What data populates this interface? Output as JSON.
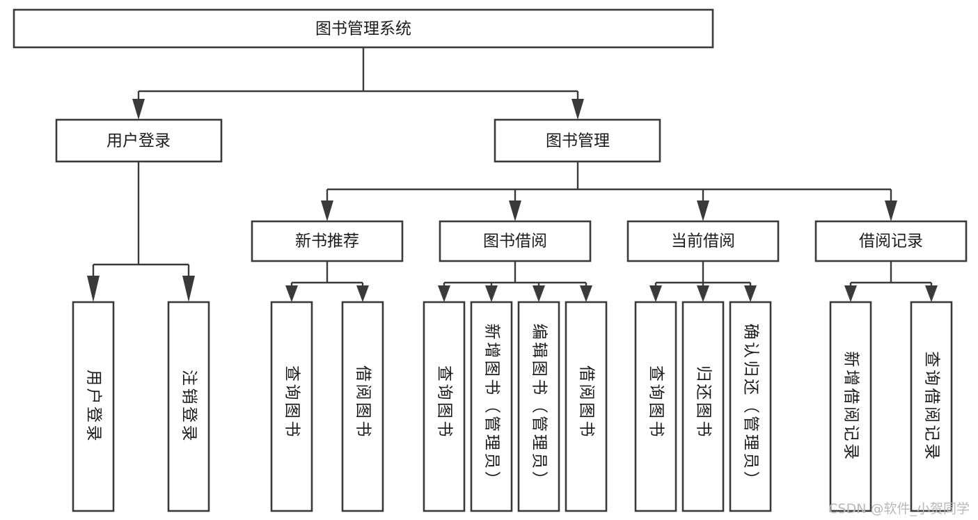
{
  "diagram": {
    "title": "图书管理系统",
    "type": "tree-hierarchy-chart",
    "root": {
      "id": "root",
      "label": "图书管理系统",
      "orientation": "horizontal"
    },
    "level2": [
      {
        "id": "user-login",
        "label": "用户登录",
        "orientation": "horizontal"
      },
      {
        "id": "book-management",
        "label": "图书管理",
        "orientation": "horizontal"
      }
    ],
    "level3": [
      {
        "id": "new-book-recommend",
        "label": "新书推荐",
        "parent": "book-management",
        "orientation": "horizontal"
      },
      {
        "id": "book-borrow",
        "label": "图书借阅",
        "parent": "book-management",
        "orientation": "horizontal"
      },
      {
        "id": "current-borrow",
        "label": "当前借阅",
        "parent": "book-management",
        "orientation": "horizontal"
      },
      {
        "id": "borrow-record",
        "label": "借阅记录",
        "parent": "book-management",
        "orientation": "horizontal"
      }
    ],
    "leaves": [
      {
        "id": "leaf-user-login",
        "label": "用户登录",
        "parent": "user-login",
        "orientation": "vertical"
      },
      {
        "id": "leaf-user-logout",
        "label": "注销登录",
        "parent": "user-login",
        "orientation": "vertical"
      },
      {
        "id": "leaf-query-book-1",
        "label": "查询图书",
        "parent": "new-book-recommend",
        "orientation": "vertical"
      },
      {
        "id": "leaf-borrow-book-1",
        "label": "借阅图书",
        "parent": "new-book-recommend",
        "orientation": "vertical"
      },
      {
        "id": "leaf-query-book-2",
        "label": "查询图书",
        "parent": "book-borrow",
        "orientation": "vertical"
      },
      {
        "id": "leaf-add-book",
        "label": "新增图书（管理员）",
        "parent": "book-borrow",
        "orientation": "vertical"
      },
      {
        "id": "leaf-edit-book",
        "label": "编辑图书（管理员）",
        "parent": "book-borrow",
        "orientation": "vertical"
      },
      {
        "id": "leaf-borrow-book-2",
        "label": "借阅图书",
        "parent": "book-borrow",
        "orientation": "vertical"
      },
      {
        "id": "leaf-query-book-3",
        "label": "查询图书",
        "parent": "current-borrow",
        "orientation": "vertical"
      },
      {
        "id": "leaf-return-book",
        "label": "归还图书",
        "parent": "current-borrow",
        "orientation": "vertical"
      },
      {
        "id": "leaf-confirm-return",
        "label": "确认归还（管理员）",
        "parent": "current-borrow",
        "orientation": "vertical"
      },
      {
        "id": "leaf-add-record",
        "label": "新增借阅记录",
        "parent": "borrow-record",
        "orientation": "vertical"
      },
      {
        "id": "leaf-query-record",
        "label": "查询借阅记录",
        "parent": "borrow-record",
        "orientation": "vertical"
      }
    ],
    "watermark": "CSDN @软件_小贺同学",
    "colors": {
      "box_stroke": "#3a3a3a",
      "box_fill": "#ffffff",
      "text": "#1b1b1b",
      "connector": "#3a3a3a",
      "watermark": "#b8b8b8",
      "background": "#ffffff"
    }
  }
}
